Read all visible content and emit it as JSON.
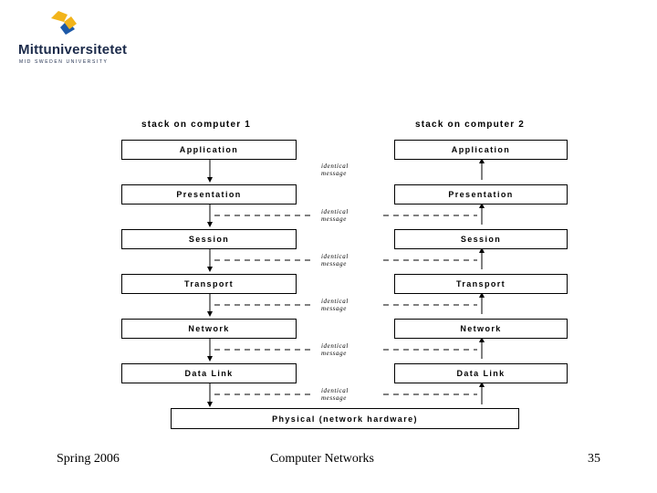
{
  "logo": {
    "name": "Mittuniversitetet",
    "sub": "MID SWEDEN UNIVERSITY",
    "colors": {
      "yellow": "#f2b41b",
      "blue": "#1e5aa8"
    }
  },
  "diagram": {
    "stack1_title": "stack on computer 1",
    "stack2_title": "stack on computer 2",
    "layers": [
      "Application",
      "Presentation",
      "Session",
      "Transport",
      "Network",
      "Data Link"
    ],
    "physical": "Physical (network hardware)",
    "message_line1": "identical",
    "message_line2": "message"
  },
  "footer": {
    "left": "Spring 2006",
    "center": "Computer Networks",
    "right": "35"
  }
}
